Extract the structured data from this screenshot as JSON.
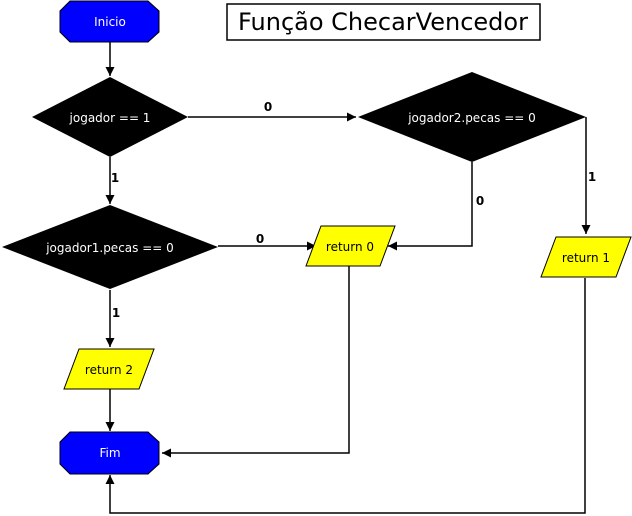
{
  "title": "Função ChecarVencedor",
  "colors": {
    "terminal_fill": "#0000ff",
    "terminal_text": "#ffffff",
    "decision_fill": "#000000",
    "decision_text": "#ffffff",
    "io_fill": "#ffff00",
    "io_text": "#000000",
    "line": "#000000"
  },
  "nodes": {
    "start": "Inicio",
    "decision_jogador": "jogador == 1",
    "decision_jogador2": "jogador2.pecas == 0",
    "decision_jogador1": "jogador1.pecas == 0",
    "return0": "return 0",
    "return1": "return 1",
    "return2": "return 2",
    "end": "Fim"
  },
  "edge_labels": {
    "jogador_to_jogador2": "0",
    "jogador_to_jogador1": "1",
    "jogador2_to_return1": "1",
    "jogador2_to_return0": "0",
    "jogador1_to_return0": "0",
    "jogador1_to_return2": "1"
  }
}
